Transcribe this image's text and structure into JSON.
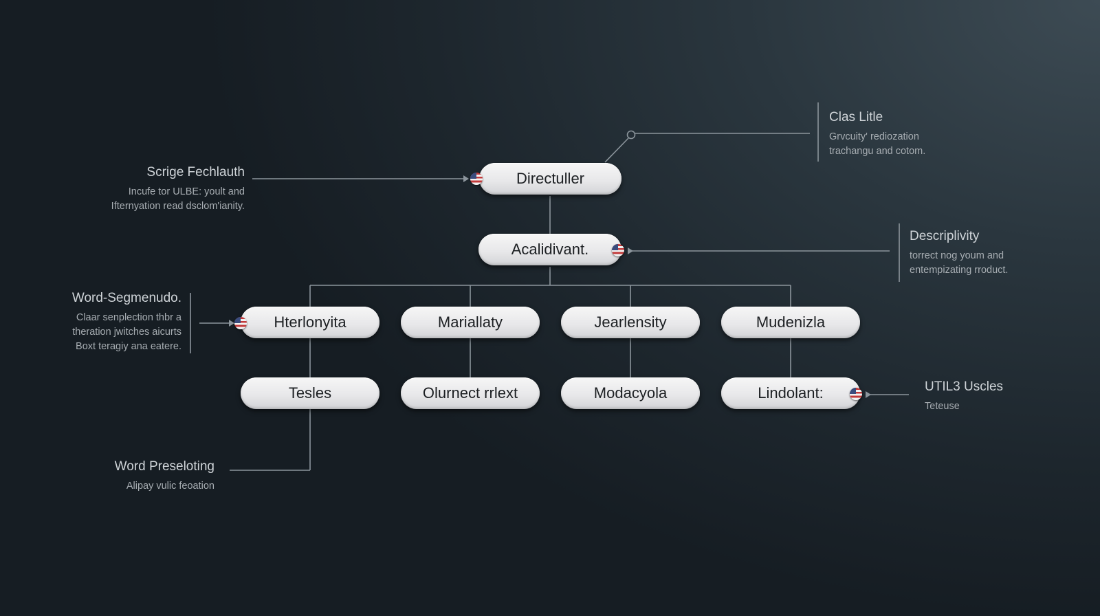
{
  "colors": {
    "line": "#8c959c",
    "node_text": "#1c1f22"
  },
  "nodes": {
    "root": "Directuller",
    "level2": "Acalidivant.",
    "row3": [
      "Hterlonyita",
      "Mariallaty",
      "Jearlensity",
      "Mudenizla"
    ],
    "row4": [
      "Tesles",
      "Olurnect rrlext",
      "Modacyola",
      "Lindolant:"
    ]
  },
  "annotations": {
    "top_left": {
      "title": "Scrige Fechlauth",
      "lines": [
        "Incufe tor ULBE: yoult and",
        "Ifternyation read dsclom'ianity."
      ]
    },
    "top_right": {
      "title": "Clas Litle",
      "lines": [
        "Grvcuity' rediozation",
        "trachangu and cotom."
      ]
    },
    "mid_right": {
      "title": "Descriplivity",
      "lines": [
        "torrect nog youm and",
        "entempizating rroduct."
      ]
    },
    "mid_left": {
      "title": "Word-Segmenudo.",
      "lines": [
        "Claar senplection thbr a",
        "theration jwitches aicurts",
        "Boxt teragiy ana eatere."
      ]
    },
    "bottom_right": {
      "title": "UTIL3 Uscles",
      "lines": [
        "Teteuse"
      ]
    },
    "bottom_left": {
      "title": "Word Preseloting",
      "lines": [
        "Alipay vulic feoation"
      ]
    }
  }
}
